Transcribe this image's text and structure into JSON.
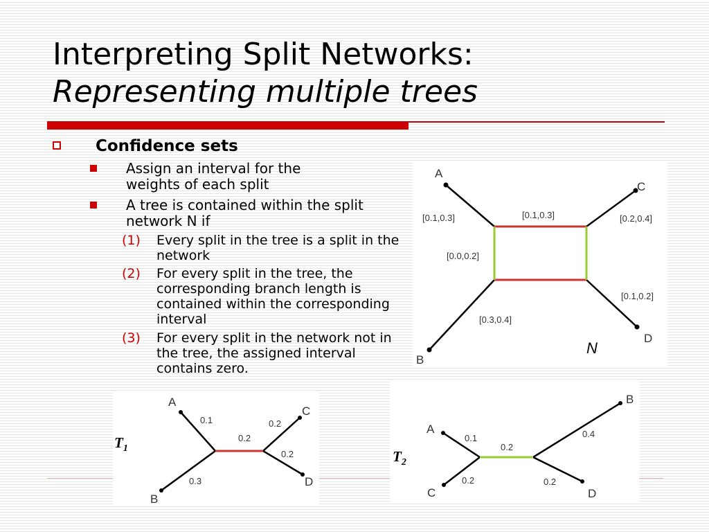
{
  "slide": {
    "title_line1": "Interpreting Split Networks:",
    "title_line2": "Representing multiple trees"
  },
  "bullets": {
    "main": "Confidence sets",
    "sub1": "Assign an interval for the weights of each split",
    "sub2": "A tree is contained within the split network N if",
    "conditions": [
      {
        "num": "(1)",
        "text": "Every split in the tree is a split in the network"
      },
      {
        "num": "(2)",
        "text": "For every split in the tree, the corresponding branch length is contained within the corresponding interval"
      },
      {
        "num": "(3)",
        "text": "For every split in the network not in the tree, the assigned interval contains zero."
      }
    ]
  },
  "colors": {
    "accent": "#cc0000",
    "split_red": "#cc3333",
    "split_green": "#99cc33"
  },
  "network": {
    "label": "N",
    "nodes": {
      "A": "A",
      "B": "B",
      "C": "C",
      "D": "D"
    },
    "intervals": {
      "A": "[0.1,0.3]",
      "top": "[0.1,0.3]",
      "C": "[0.2,0.4]",
      "left": "[0.0,0.2]",
      "D": "[0.1,0.2]",
      "B": "[0.3,0.4]"
    }
  },
  "tree1": {
    "label": "T",
    "sub": "1",
    "nodes": {
      "A": "A",
      "B": "B",
      "C": "C",
      "D": "D"
    },
    "weights": {
      "A": "0.1",
      "mid": "0.2",
      "C": "0.2",
      "D": "0.2",
      "B": "0.3"
    }
  },
  "tree2": {
    "label": "T",
    "sub": "2",
    "nodes": {
      "A": "A",
      "B": "B",
      "C": "C",
      "D": "D"
    },
    "weights": {
      "A": "0.1",
      "mid": "0.2",
      "C": "0.2",
      "B": "0.4",
      "D": "0.2"
    }
  }
}
